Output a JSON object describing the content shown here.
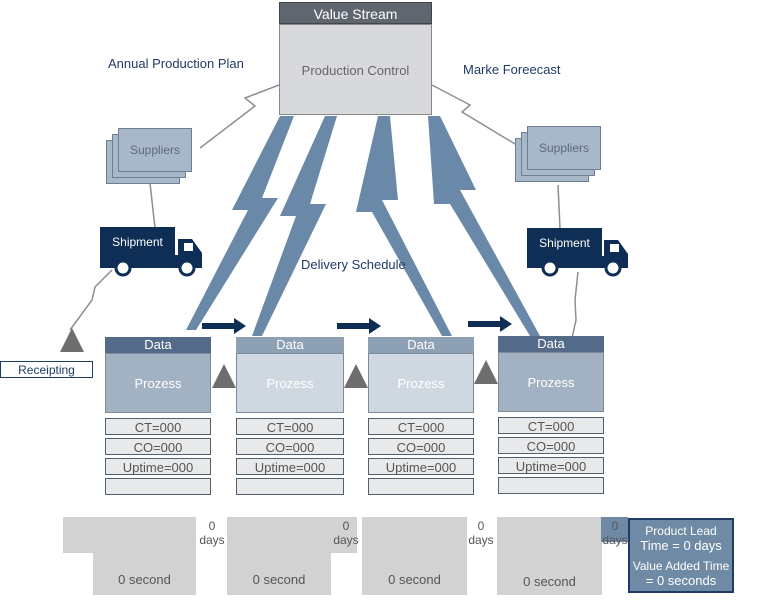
{
  "production_control": {
    "header": "Value Stream",
    "body": "Production Control"
  },
  "labels": {
    "annual_plan": "Annual Production Plan",
    "forecast": "Marke Foreecast",
    "delivery_schedule": "Delivery Schedule"
  },
  "suppliers": [
    {
      "label": "Suppliers"
    },
    {
      "label": "Suppliers"
    }
  ],
  "shipments": [
    {
      "label": "Shipment"
    },
    {
      "label": "Shipment"
    }
  ],
  "receipting": "Receipting",
  "processes": [
    {
      "header": "Data",
      "title": "Prozess",
      "ct": "CT=000",
      "co": "CO=000",
      "uptime": "Uptime=000",
      "extra": ""
    },
    {
      "header": "Data",
      "title": "Prozess",
      "ct": "CT=000",
      "co": "CO=000",
      "uptime": "Uptime=000",
      "extra": ""
    },
    {
      "header": "Data",
      "title": "Prozess",
      "ct": "CT=000",
      "co": "CO=000",
      "uptime": "Uptime=000",
      "extra": ""
    },
    {
      "header": "Data",
      "title": "Prozess",
      "ct": "CT=000",
      "co": "CO=000",
      "uptime": "Uptime=000",
      "extra": ""
    }
  ],
  "timeline": {
    "days": [
      {
        "value": "0",
        "unit": "days"
      },
      {
        "value": "0",
        "unit": "days"
      },
      {
        "value": "0",
        "unit": "days"
      },
      {
        "value": "0",
        "unit": "days"
      }
    ],
    "seconds": [
      "0 second",
      "0 second",
      "0 second",
      "0 second"
    ]
  },
  "summary": {
    "lead_label": "Product Lead",
    "lead_value": "Time = 0 days",
    "vat_label": "Value Added Time",
    "vat_value": "= 0 seconds"
  },
  "colors": {
    "dark_navy": "#0e2e55",
    "bolt_blue": "#6a89a8",
    "process_dark": "#a2b2c2",
    "process_light": "#cfd8e0"
  }
}
